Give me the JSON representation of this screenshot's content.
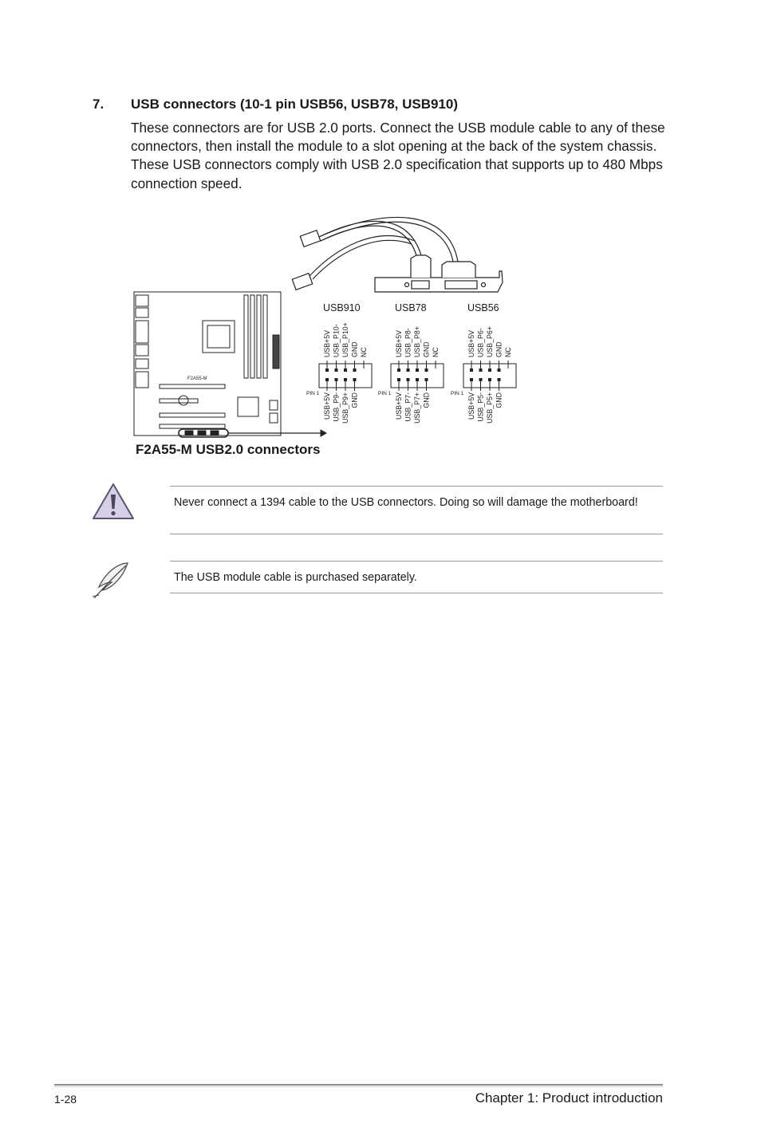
{
  "section": {
    "number": "7.",
    "title": "USB connectors (10-1 pin USB56, USB78, USB910)",
    "body": "These connectors are for USB 2.0 ports. Connect the USB module cable to any of these connectors, then install the module to a slot opening at the back of the system chassis. These USB connectors comply with USB 2.0 specification that supports up to 480 Mbps connection speed."
  },
  "diagram": {
    "caption": "F2A55-M USB2.0 connectors",
    "board_label": "F2A55-M",
    "pin1_label": "PIN 1",
    "headers": [
      {
        "name": "USB910",
        "top_pins": [
          "USB+5V",
          "USB_P10-",
          "USB_P10+",
          "GND",
          "NC"
        ],
        "bottom_pins": [
          "USB+5V",
          "USB_P9-",
          "USB_P9+",
          "GND"
        ]
      },
      {
        "name": "USB78",
        "top_pins": [
          "USB+5V",
          "USB_P8-",
          "USB_P8+",
          "GND",
          "NC"
        ],
        "bottom_pins": [
          "USB+5V",
          "USB_P7-",
          "USB_P7+",
          "GND"
        ]
      },
      {
        "name": "USB56",
        "top_pins": [
          "USB+5V",
          "USB_P6-",
          "USB_P6+",
          "GND",
          "NC"
        ],
        "bottom_pins": [
          "USB+5V",
          "USB_P5-",
          "USB_P5+",
          "GND"
        ]
      }
    ]
  },
  "notes": {
    "warning": "Never connect a 1394 cable to the USB connectors. Doing so will damage the motherboard!",
    "note": "The USB module cable is purchased separately."
  },
  "footer": {
    "page": "1-28",
    "chapter": "Chapter 1: Product introduction"
  }
}
